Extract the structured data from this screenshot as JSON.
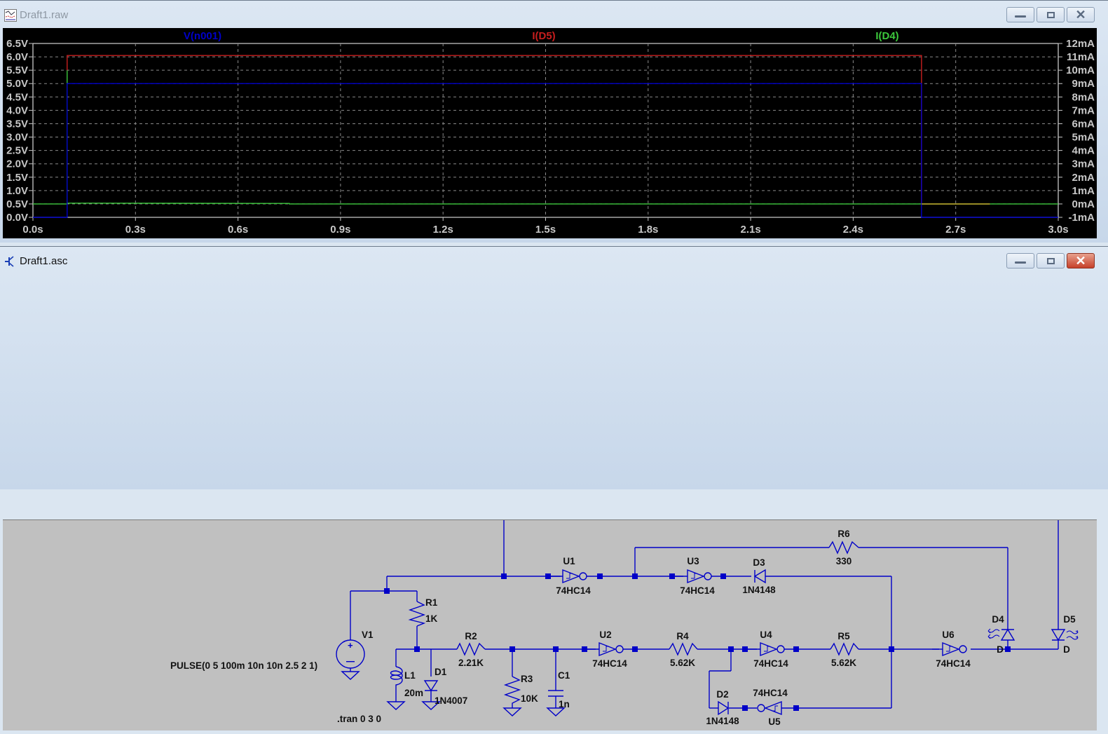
{
  "waveform_window": {
    "title": "Draft1.raw",
    "icon": "waveform-icon",
    "controls": {
      "minimize": "minimize-icon",
      "maximize": "maximize-icon",
      "close": "close-icon"
    }
  },
  "schematic_window": {
    "title": "Draft1.asc",
    "icon": "transistor-icon",
    "controls": {
      "minimize": "minimize-icon",
      "maximize": "maximize-icon",
      "close": "close-icon"
    }
  },
  "chart_data": {
    "type": "line",
    "title": "",
    "xlabel": "",
    "ylabel": "",
    "y2label": "",
    "xlim": [
      0,
      3.0
    ],
    "ylim": [
      0,
      6.5
    ],
    "y2lim": [
      -1,
      12
    ],
    "grid": true,
    "x_ticks": [
      "0.0s",
      "0.3s",
      "0.6s",
      "0.9s",
      "1.2s",
      "1.5s",
      "1.8s",
      "2.1s",
      "2.4s",
      "2.7s",
      "3.0s"
    ],
    "x_tick_values": [
      0,
      0.3,
      0.6,
      0.9,
      1.2,
      1.5,
      1.8,
      2.1,
      2.4,
      2.7,
      3.0
    ],
    "y_ticks": [
      "6.5V",
      "6.0V",
      "5.5V",
      "5.0V",
      "4.5V",
      "4.0V",
      "3.5V",
      "3.0V",
      "2.5V",
      "2.0V",
      "1.5V",
      "1.0V",
      "0.5V",
      "0.0V"
    ],
    "y_tick_values": [
      6.5,
      6.0,
      5.5,
      5.0,
      4.5,
      4.0,
      3.5,
      3.0,
      2.5,
      2.0,
      1.5,
      1.0,
      0.5,
      0.0
    ],
    "y2_ticks": [
      "12mA",
      "11mA",
      "10mA",
      "9mA",
      "8mA",
      "7mA",
      "6mA",
      "5mA",
      "4mA",
      "3mA",
      "2mA",
      "1mA",
      "0mA",
      "-1mA"
    ],
    "y2_tick_values": [
      12,
      11,
      10,
      9,
      8,
      7,
      6,
      5,
      4,
      3,
      2,
      1,
      0,
      -1
    ],
    "series": [
      {
        "name": "V(n001)",
        "axis": "left",
        "color": "#0000c8",
        "x": [
          0,
          0.1,
          0.1,
          2.6,
          2.6,
          3.0
        ],
        "y": [
          0,
          0,
          5.0,
          5.0,
          0,
          0
        ]
      },
      {
        "name": "I(D5)",
        "axis": "right",
        "color": "#c81e1e",
        "x": [
          0.1,
          0.1,
          2.6,
          2.6,
          2.8
        ],
        "y": [
          10.0,
          11.1,
          11.1,
          0,
          0
        ]
      },
      {
        "name": "I(D4)",
        "axis": "right",
        "color": "#3cc83c",
        "x": [
          0,
          0.1,
          0.1,
          0.1,
          0.75,
          0.75,
          3.0
        ],
        "y": [
          0,
          0,
          10.0,
          0.06,
          0.04,
          0,
          0
        ]
      }
    ]
  },
  "schematic": {
    "components": [
      {
        "ref": "V1",
        "value": "PULSE(0 5 100m 10n 10n 2.5 2 1)"
      },
      {
        "ref": "R1",
        "value": "1K"
      },
      {
        "ref": "L1",
        "value": "20m"
      },
      {
        "ref": "D1",
        "value": "1N4007"
      },
      {
        "ref": "R2",
        "value": "2.21K"
      },
      {
        "ref": "R3",
        "value": "10K"
      },
      {
        "ref": "C1",
        "value": "1n"
      },
      {
        "ref": "U1",
        "value": "74HC14"
      },
      {
        "ref": "U2",
        "value": "74HC14"
      },
      {
        "ref": "U3",
        "value": "74HC14"
      },
      {
        "ref": "D3",
        "value": "1N4148"
      },
      {
        "ref": "R6",
        "value": "330"
      },
      {
        "ref": "R4",
        "value": "5.62K"
      },
      {
        "ref": "U4",
        "value": "74HC14"
      },
      {
        "ref": "R5",
        "value": "5.62K"
      },
      {
        "ref": "D2",
        "value": "1N4148"
      },
      {
        "ref": "U5",
        "value": "74HC14"
      },
      {
        "ref": "U6",
        "value": "74HC14"
      },
      {
        "ref": "D4",
        "value": "D"
      },
      {
        "ref": "D5",
        "value": "D"
      }
    ],
    "directive": ".tran 0 3 0"
  }
}
